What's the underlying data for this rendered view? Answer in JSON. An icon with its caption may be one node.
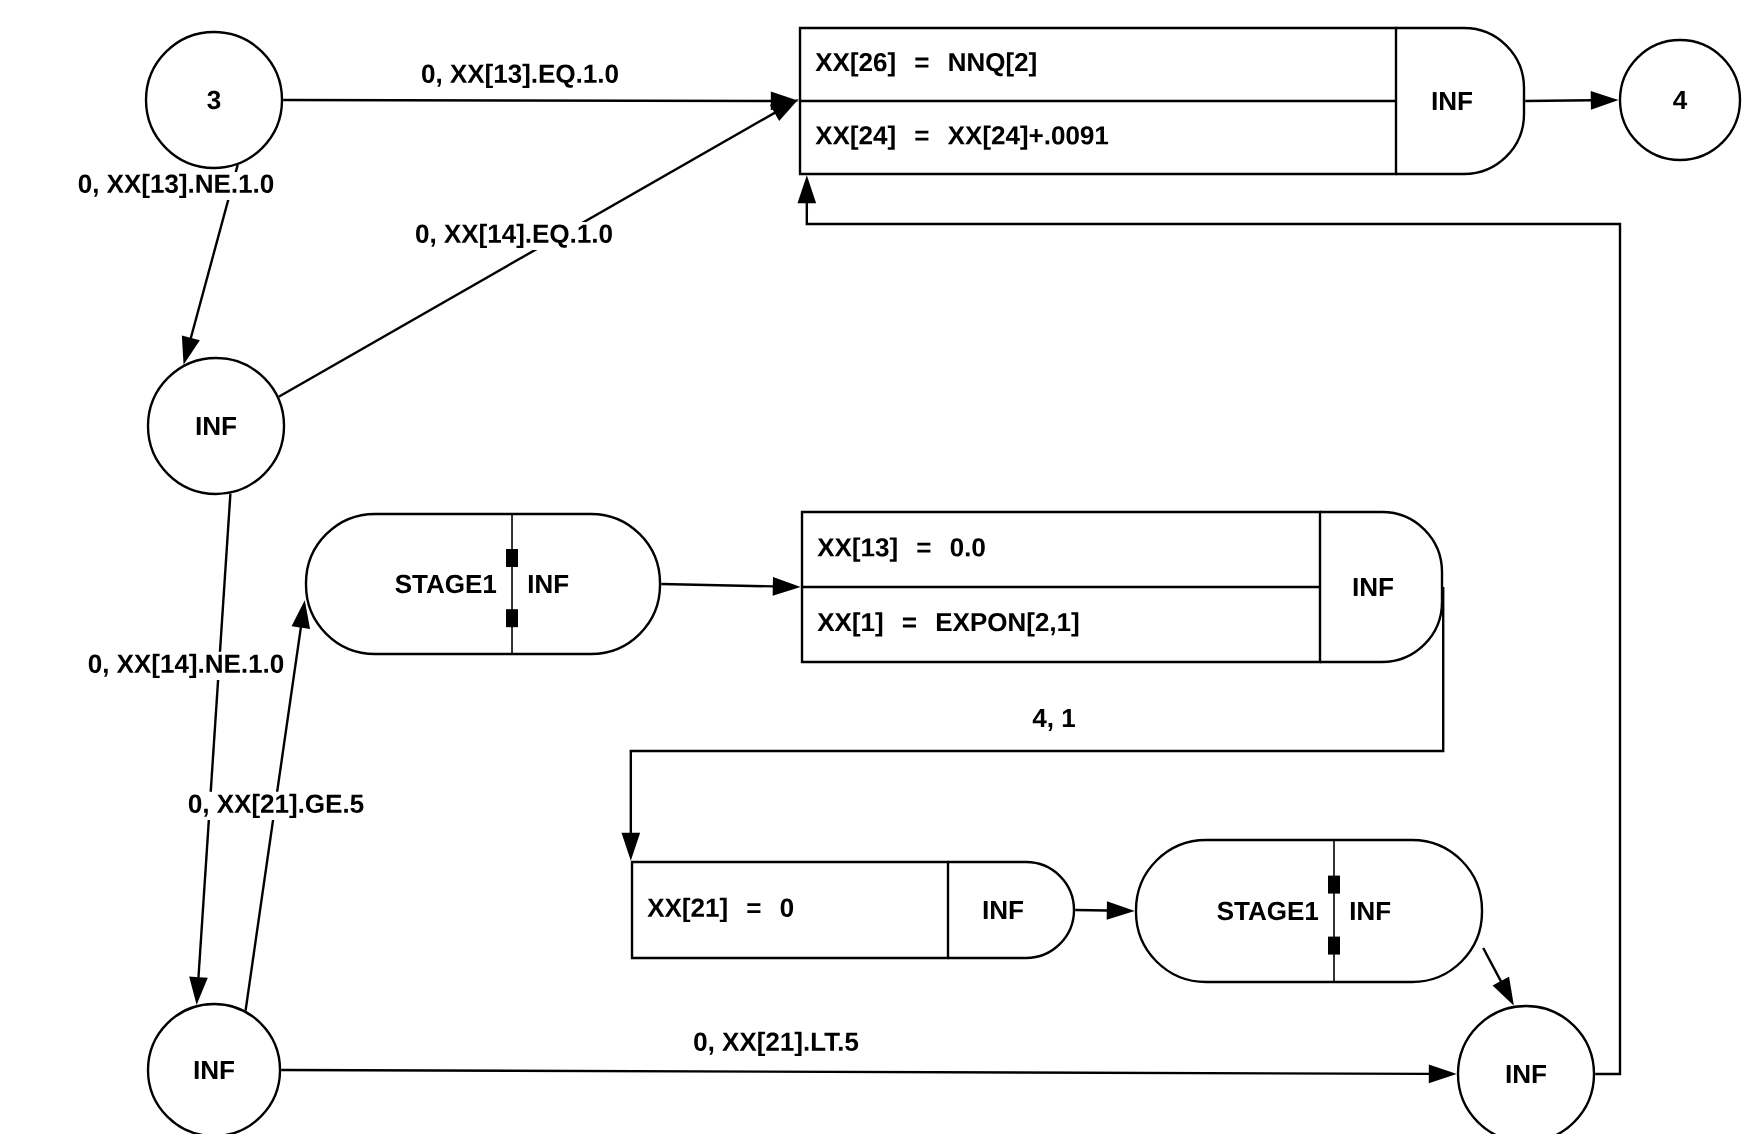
{
  "diagram": {
    "nodes": [
      {
        "text": [
          "3"
        ]
      },
      {
        "text": [
          "XX[26] = NNQ[2]",
          "XX[24] = XX[24]+.0091",
          "INF"
        ]
      },
      {
        "text": [
          "4"
        ]
      },
      {
        "text": [
          "INF"
        ]
      },
      {
        "text": [
          "STAGE1",
          "INF"
        ]
      },
      {
        "text": [
          "XX[13] = 0.0",
          "XX[1] = EXPON[2,1]",
          "INF"
        ]
      },
      {
        "text": [
          "XX[21] = 0",
          "INF"
        ]
      },
      {
        "text": [
          "STAGE1",
          "INF"
        ]
      },
      {
        "text": [
          "INF"
        ]
      },
      {
        "text": [
          "INF"
        ]
      }
    ],
    "edges": [
      {
        "from": 0,
        "to": 1,
        "arrow": "to",
        "label": "0, XX[13].EQ.1.0"
      },
      {
        "from": 0,
        "to": 3,
        "arrow": "to",
        "label": "0, XX[13].NE.1.0"
      },
      {
        "from": 3,
        "to": 1,
        "arrow": "to",
        "label": "0, XX[14].EQ.1.0"
      },
      {
        "from": 3,
        "to": 8,
        "arrow": "to",
        "label": "0, XX[14].NE.1.0"
      },
      {
        "from": 8,
        "to": 4,
        "arrow": "to",
        "label": "0, XX[21].GE.5"
      },
      {
        "from": 4,
        "to": 5,
        "arrow": "to"
      },
      {
        "from": 5,
        "to": 6,
        "arrow": "to",
        "label": "4, 1"
      },
      {
        "from": 6,
        "to": 7,
        "arrow": "to"
      },
      {
        "from": 7,
        "to": 9,
        "arrow": "to"
      },
      {
        "from": 8,
        "to": 9,
        "arrow": "to",
        "label": "0, XX[21].LT.5"
      },
      {
        "from": 9,
        "to": 1,
        "arrow": "to"
      },
      {
        "from": 1,
        "to": 2,
        "arrow": "to"
      }
    ]
  }
}
